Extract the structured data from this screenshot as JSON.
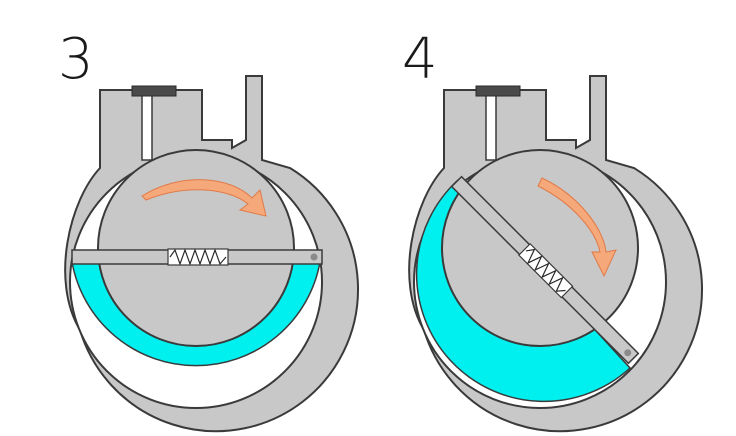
{
  "steps": [
    {
      "label": "3",
      "vane_angle_deg": 0
    },
    {
      "label": "4",
      "vane_angle_deg": 45
    }
  ],
  "colors": {
    "background": "#ffffff",
    "housing_fill": "#c8c8c8",
    "housing_stroke": "#3a3a3a",
    "rotor_fill": "#c8c8c8",
    "liquid_fill": "#00f0f0",
    "arrow_fill": "#f5a87a",
    "arrow_stroke": "#e07a48",
    "valve_cap": "#4a4a4a",
    "spring_stroke": "#2a2a2a",
    "spring_bg": "#ffffff",
    "pivot": "#8a8a8a"
  },
  "icons": {
    "rotation_arrow": "curved-arrow-icon",
    "spring": "spring-icon",
    "pivot": "pivot-dot-icon"
  }
}
